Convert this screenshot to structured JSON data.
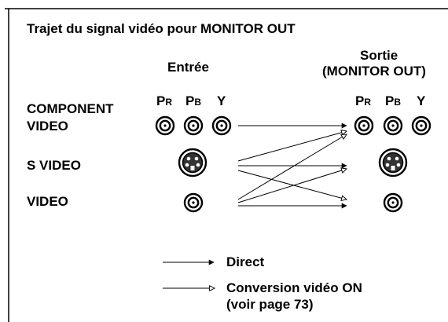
{
  "title": "Trajet du signal vidéo pour MONITOR OUT",
  "input_header": "Entrée",
  "output_header": {
    "line1": "Sortie",
    "line2": "(MONITOR OUT)"
  },
  "rows": {
    "component": {
      "line1": "COMPONENT",
      "line2": "VIDEO"
    },
    "svideo": "S VIDEO",
    "video": "VIDEO"
  },
  "channels": {
    "pr": {
      "main": "P",
      "sub": "R"
    },
    "pb": {
      "main": "P",
      "sub": "B"
    },
    "y": "Y"
  },
  "legend": {
    "direct": "Direct",
    "conversion_line1": "Conversion vidéo ON",
    "conversion_line2": "(voir page 73)"
  },
  "connections": [
    {
      "from": "component",
      "to": "component",
      "kind": "direct"
    },
    {
      "from": "svideo",
      "to": "component",
      "kind": "conversion"
    },
    {
      "from": "video",
      "to": "component",
      "kind": "conversion"
    },
    {
      "from": "svideo",
      "to": "svideo",
      "kind": "direct"
    },
    {
      "from": "video",
      "to": "svideo",
      "kind": "conversion"
    },
    {
      "from": "svideo",
      "to": "video",
      "kind": "conversion"
    },
    {
      "from": "video",
      "to": "video",
      "kind": "direct"
    }
  ]
}
